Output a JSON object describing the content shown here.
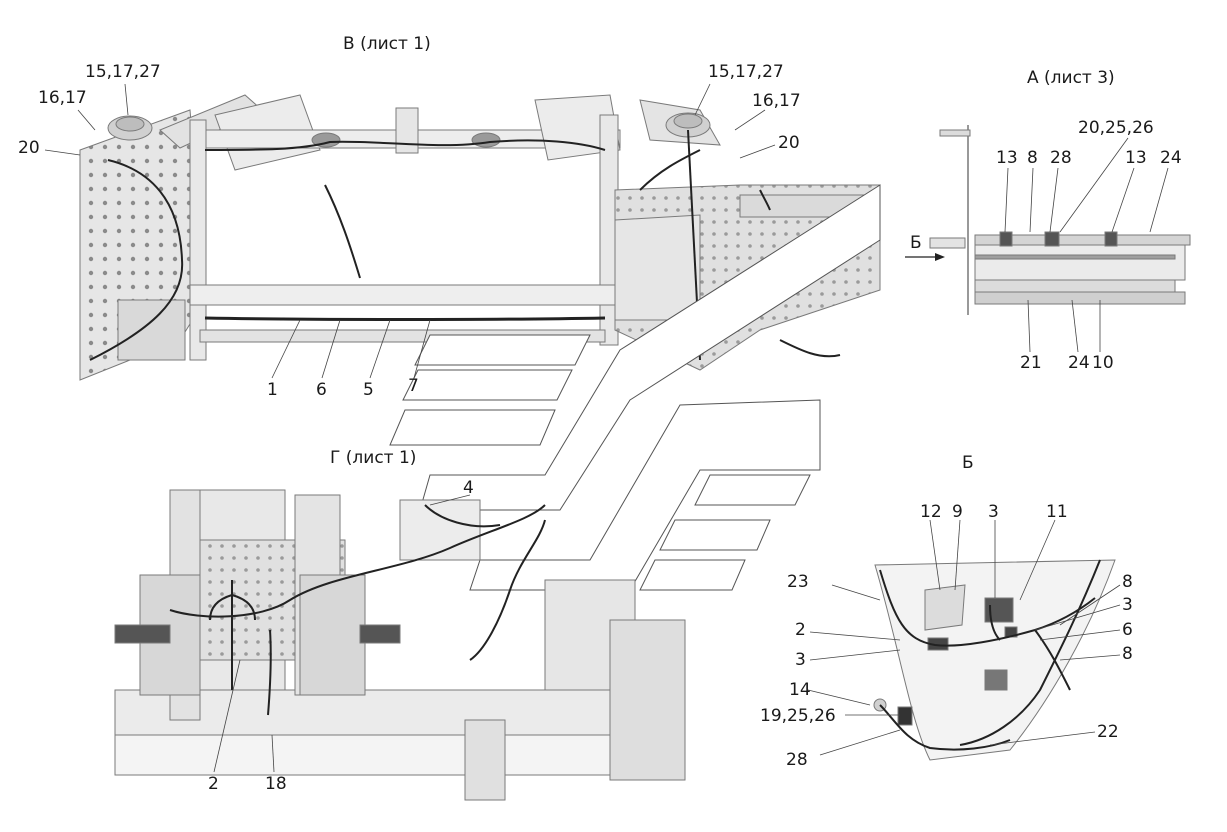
{
  "views": {
    "v": {
      "title": "В (лист 1)"
    },
    "a": {
      "title": "А (лист 3)"
    },
    "g": {
      "title": "Г (лист 1)"
    },
    "b": {
      "title": "Б"
    }
  },
  "arrow_label": "Б",
  "callouts": {
    "v_15_17_27_l": "15,17,27",
    "v_16_17_l": "16,17",
    "v_20_l": "20",
    "v_15_17_27_r": "15,17,27",
    "v_16_17_r": "16,17",
    "v_20_r": "20",
    "v_1": "1",
    "v_6": "6",
    "v_5": "5",
    "v_7": "7",
    "a_20_25_26": "20,25,26",
    "a_13_l": "13",
    "a_8": "8",
    "a_28": "28",
    "a_13_r": "13",
    "a_24_t": "24",
    "a_21": "21",
    "a_24_b": "24",
    "a_10": "10",
    "g_4": "4",
    "g_2": "2",
    "g_18": "18",
    "b_12": "12",
    "b_9": "9",
    "b_3_t": "3",
    "b_11": "11",
    "b_23": "23",
    "b_8_t": "8",
    "b_3_r": "3",
    "b_2": "2",
    "b_6": "6",
    "b_3_l": "3",
    "b_8_r": "8",
    "b_14": "14",
    "b_19_25_26": "19,25,26",
    "b_22": "22",
    "b_28": "28"
  }
}
